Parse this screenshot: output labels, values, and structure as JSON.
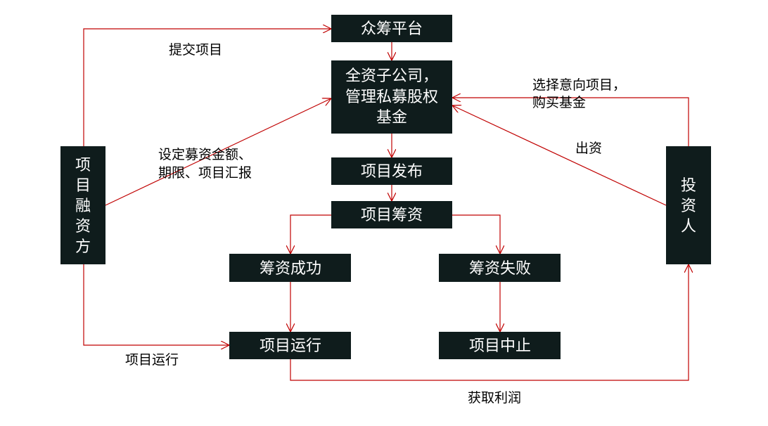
{
  "nodes": {
    "platform": "众筹平台",
    "subsidiary_1": "全资子公司，",
    "subsidiary_2": "管理私募股权",
    "subsidiary_3": "基金",
    "publish": "项目发布",
    "fundraise": "项目筹资",
    "success": "筹资成功",
    "failure": "筹资失败",
    "operate": "项目运行",
    "terminate": "项目中止",
    "financier": [
      "项",
      "目",
      "融",
      "资",
      "方"
    ],
    "investor": [
      "投",
      "资",
      "人"
    ]
  },
  "edge_labels": {
    "submit": "提交项目",
    "set_1": "设定募资金额、",
    "set_2": "期限、项目汇报",
    "run": "项目运行",
    "profit": "获取利润",
    "choose_1": "选择意向项目，",
    "choose_2": "购买基金",
    "invest": "出资"
  },
  "colors": {
    "box": "#0f1c1c",
    "arrow": "#c00000"
  }
}
